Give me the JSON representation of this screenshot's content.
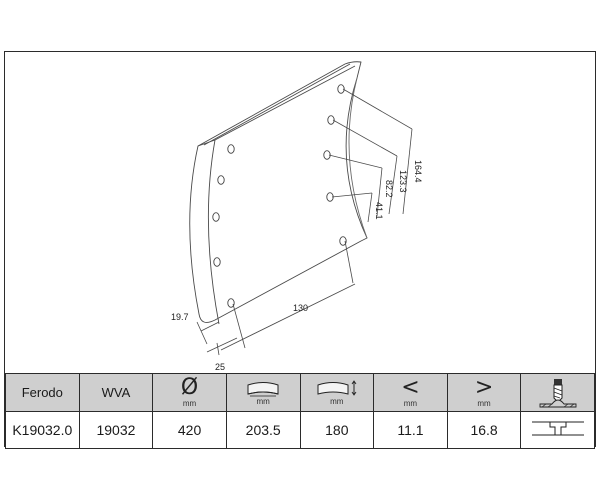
{
  "drawing": {
    "dimensions": {
      "d1": "164.4",
      "d2": "123.3",
      "d3": "82.2",
      "d4": "41.1",
      "length": "130",
      "offset": "19.7",
      "edge": "25"
    }
  },
  "table": {
    "headers": {
      "col1": "Ferodo",
      "col2": "WVA",
      "unit_mm": "mm"
    },
    "icons": [
      "diameter-icon",
      "lining-width-icon",
      "lining-height-icon",
      "less-than-icon",
      "greater-than-icon",
      "drill-icon"
    ],
    "symbols": {
      "diameter": "Ø",
      "lt": "<",
      "gt": ">"
    },
    "values": [
      "K19032.0",
      "19032",
      "420",
      "203.5",
      "180",
      "11.1",
      "16.8"
    ]
  }
}
